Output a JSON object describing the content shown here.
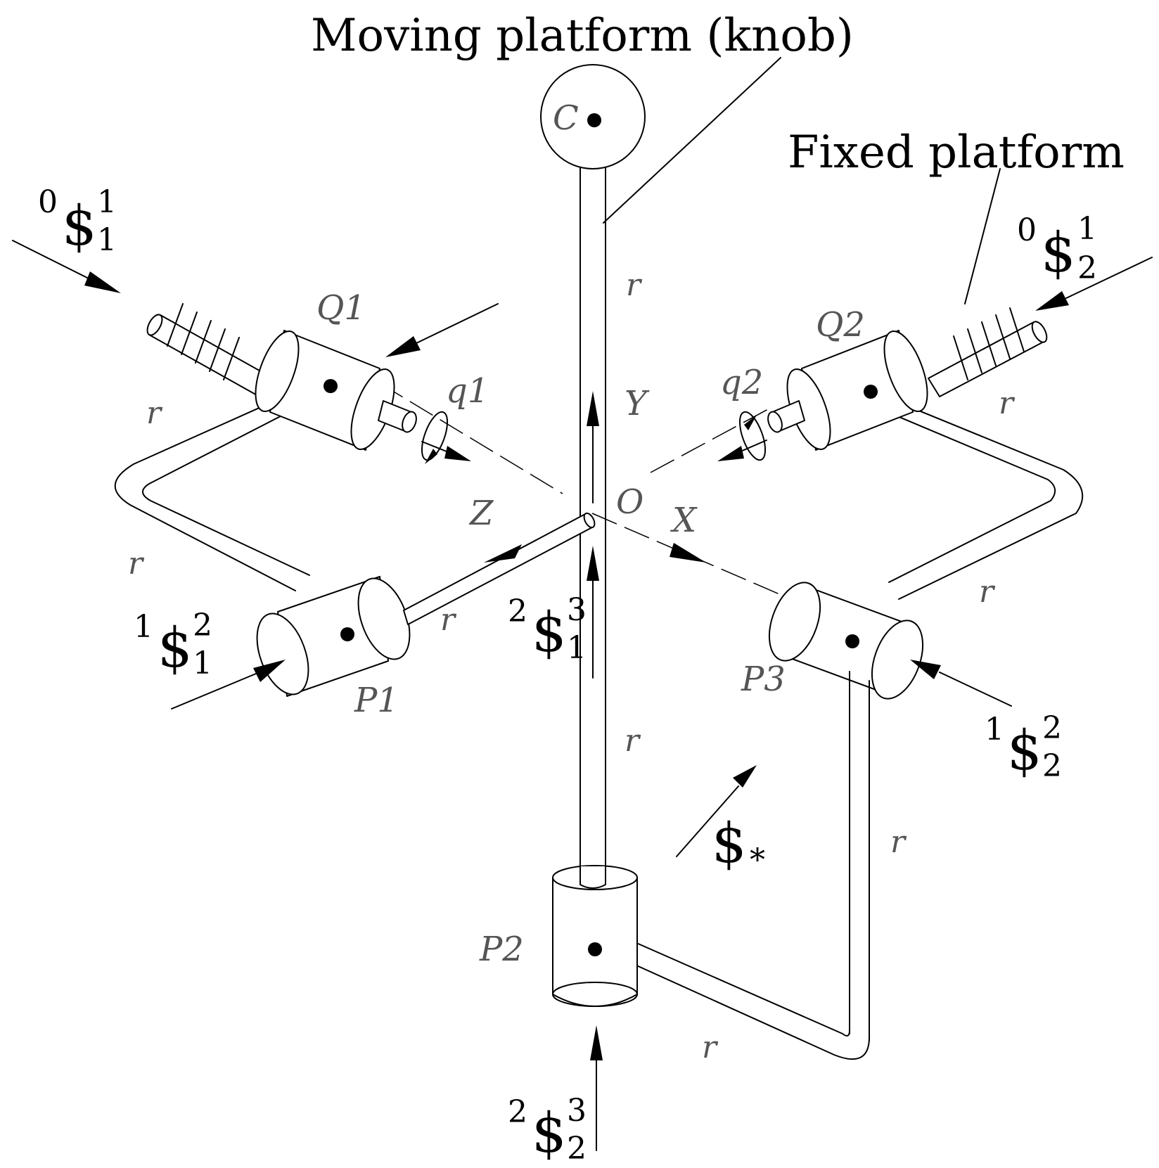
{
  "labels": {
    "moving_platform": "Moving platform (knob)",
    "fixed_platform": "Fixed platform",
    "C": "C",
    "O": "O",
    "X": "X",
    "Y": "Y",
    "Z": "Z",
    "Q1": "Q1",
    "Q2": "Q2",
    "P1": "P1",
    "P2": "P2",
    "P3": "P3",
    "q1": "q1",
    "q2": "q2",
    "r": "r"
  },
  "screws": {
    "s11_0": {
      "pre": "0",
      "sym": "$",
      "sub": "1",
      "sup": "1"
    },
    "s21_0": {
      "pre": "0",
      "sym": "$",
      "sub": "2",
      "sup": "1"
    },
    "s12_1": {
      "pre": "1",
      "sym": "$",
      "sub": "1",
      "sup": "2"
    },
    "s22_1": {
      "pre": "1",
      "sym": "$",
      "sub": "2",
      "sup": "2"
    },
    "s13_2": {
      "pre": "2",
      "sym": "$",
      "sub": "1",
      "sup": "3"
    },
    "s23_2": {
      "pre": "2",
      "sym": "$",
      "sub": "2",
      "sup": "3"
    },
    "star": {
      "sym": "$",
      "sub": "*"
    }
  }
}
